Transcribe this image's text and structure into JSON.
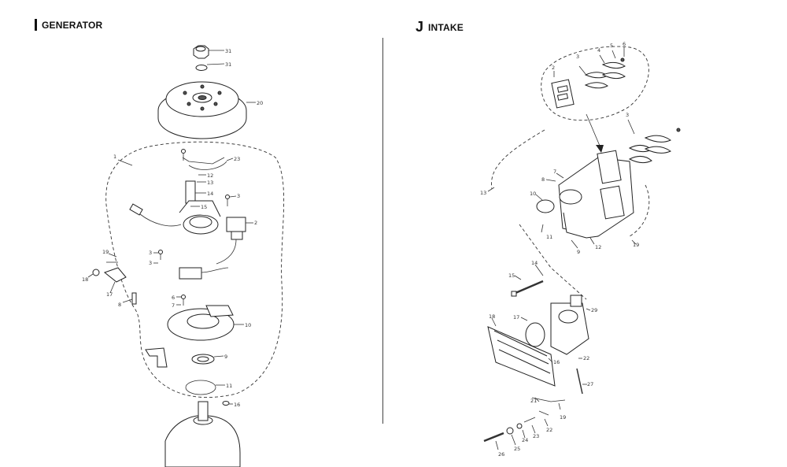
{
  "left": {
    "letter": "I",
    "title": "GENERATOR",
    "callouts": [
      "31",
      "31",
      "20",
      "1",
      "23",
      "12",
      "13",
      "14",
      "15",
      "3",
      "2",
      "19",
      "18",
      "17",
      "8",
      "3",
      "3",
      "6",
      "7",
      "10",
      "9",
      "11",
      "16"
    ]
  },
  "right": {
    "letter": "J",
    "title": "INTAKE",
    "callouts": [
      "2",
      "3",
      "4",
      "5",
      "6",
      "3",
      "8",
      "7",
      "10",
      "13",
      "11",
      "9",
      "12",
      "19",
      "14",
      "15",
      "29",
      "17",
      "18",
      "16",
      "22",
      "27",
      "21",
      "19",
      "22",
      "23",
      "24",
      "25",
      "26"
    ]
  }
}
